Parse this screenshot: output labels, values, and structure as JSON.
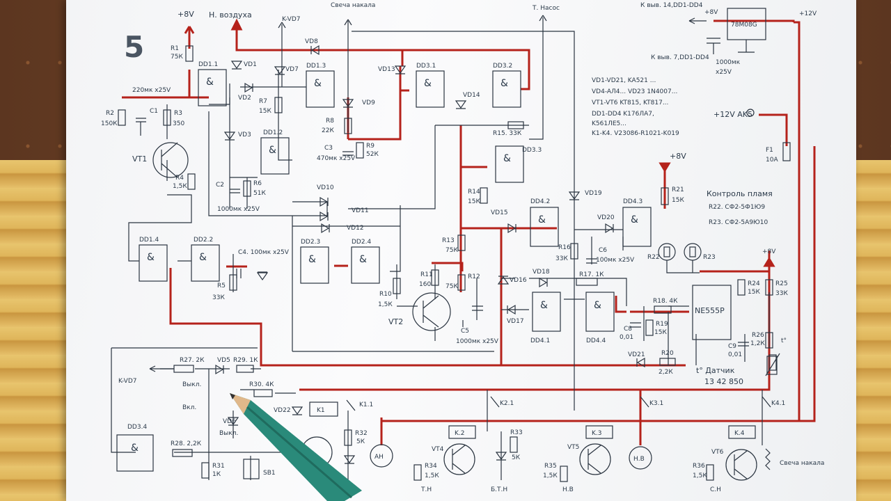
{
  "page_number": "5",
  "top_labels": {
    "v8": "+8V",
    "air_valve": "Н. воздуха",
    "k_vd7": "K-VD7",
    "glow_plug": "Свеча накала",
    "fuel_pump": "Т. Насос"
  },
  "regulator": {
    "in_label": "К выв. 14,DD1-DD4",
    "v8": "+8V",
    "v12": "+12V",
    "chip": "78M08G",
    "out_label": "К выв. 7,DD1-DD4",
    "cap_value": "1000мк",
    "cap_voltage": "x25V"
  },
  "parts_notes": [
    "VD1-VD21, KA521 ...",
    "VD4-AЛ4...   VD23 1N4007...",
    "VT1-VT6 KT815, KT817...",
    "DD1-DD4 K176ЛА7,",
    "K561ЛЕ5...",
    "K1-K4. V23086-R1021-K019"
  ],
  "ak5_label": "+12V AK5",
  "fuse": {
    "ref": "F1",
    "value": "10А"
  },
  "flame_control": {
    "title": "Контроль пламя",
    "r22": "R22. СФ2-5Ф1Ю9",
    "r23": "R23. СФ2-5А9Ю10",
    "v8": "+8V"
  },
  "timer": {
    "chip": "NE555P",
    "sensor": "t° Датчик",
    "sensor_ids": "13 42 850",
    "t_mark": "t°"
  },
  "components": {
    "r1": "R1",
    "r1v": "75К",
    "r2": "R2",
    "r2v": "150К",
    "r3": "R3",
    "r3v": "350",
    "r4": "R4",
    "r4v": "1,5К",
    "r5": "R5",
    "r5v": "33К",
    "r6": "R6",
    "r6v": "51К",
    "r7": "R7",
    "r7v": "15К",
    "r8": "R8",
    "r8v": "22К",
    "r9": "R9",
    "r9v": "52К",
    "r10": "R10",
    "r10v": "1,5К",
    "r11": "R11",
    "r11v": "160",
    "r12": "R12",
    "r12v": "75К",
    "r13": "R13",
    "r13v": "75К",
    "r14": "R14",
    "r14v": "15К",
    "r15": "R15. 33К",
    "r16": "R16",
    "r16v": "33К",
    "r17": "R17. 1К",
    "r18": "R18. 4К",
    "r19": "R19",
    "r19v": "15К",
    "r20": "R20",
    "r20v": "2,2К",
    "r21": "R21",
    "r21v": "15К",
    "r24": "R24",
    "r24v": "15К",
    "r25": "R25",
    "r25v": "33К",
    "r26": "R26",
    "r26v": "1,2К",
    "r27": "R27. 2К",
    "r28": "R28. 2,2К",
    "r29": "R29. 1К",
    "r30": "R30. 4К",
    "r31": "R31",
    "r31v": "1К",
    "r32": "R32",
    "r32v": "5К",
    "r33": "R33",
    "r33v": "5К",
    "r34": "R34",
    "r34v": "1,5К",
    "r35": "R35",
    "r35v": "1,5К",
    "r36": "R36",
    "r36v": "1,5К",
    "c1": "C1",
    "c1v": "220мк x25V",
    "c2": "C2",
    "c2v": "1000мк x25V",
    "c3": "C3",
    "c3v": "470мк x25V",
    "c4": "C4. 100мк x25V",
    "c5": "C5",
    "c5v": "1000мк x25V",
    "c6": "C6",
    "c6v": "100мк x25V",
    "c8": "C8",
    "c8v": "0,01",
    "c9": "C9",
    "c9v": "0,01"
  },
  "gates": {
    "dd11": "DD1.1",
    "dd12": "DD1.2",
    "dd13": "DD1.3",
    "dd14": "DD1.4",
    "dd22": "DD2.2",
    "dd23": "DD2.3",
    "dd24": "DD2.4",
    "dd31": "DD3.1",
    "dd32": "DD3.2",
    "dd33": "DD3.3",
    "dd34": "DD3.4",
    "dd41": "DD4.1",
    "dd42": "DD4.2",
    "dd43": "DD4.3",
    "dd44": "DD4.4"
  },
  "diodes": {
    "vd1": "VD1",
    "vd2": "VD2",
    "vd3": "VD3",
    "vd5": "VD5",
    "vd6": "VD6",
    "vd7": "VD7",
    "vd8": "VD8",
    "vd9": "VD9",
    "vd10": "VD10",
    "vd11": "VD11",
    "vd12": "VD12",
    "vd13": "VD13",
    "vd14": "VD14",
    "vd15": "VD15",
    "vd16": "VD16",
    "vd17": "VD17",
    "vd18": "VD18",
    "vd19": "VD19",
    "vd20": "VD20",
    "vd21": "VD21",
    "vd22": "VD22"
  },
  "transistors": {
    "vt1": "VT1",
    "vt2": "VT2",
    "vt4": "VT4",
    "vt5": "VT5",
    "vt6": "VT6"
  },
  "relays": {
    "k1": "K1",
    "k2": "K.2",
    "k3": "K.3",
    "k4": "K.4",
    "k11": "K1.1",
    "k21": "K2.1",
    "k31": "K3.1",
    "k41": "K4.1"
  },
  "bottom": {
    "k_vd7": "K-VD7",
    "off_label": "Выкл.",
    "on_label": "Вкл.",
    "vd6_note": "Выкл.",
    "sb1": "SB1",
    "motor_ah": "АН",
    "motor_hb": "Н.В",
    "tn": "Т.Н",
    "btn": "Б.Т.Н",
    "hb": "Н.В",
    "ch": "С.Н",
    "glow_plug": "Свеча накала"
  }
}
